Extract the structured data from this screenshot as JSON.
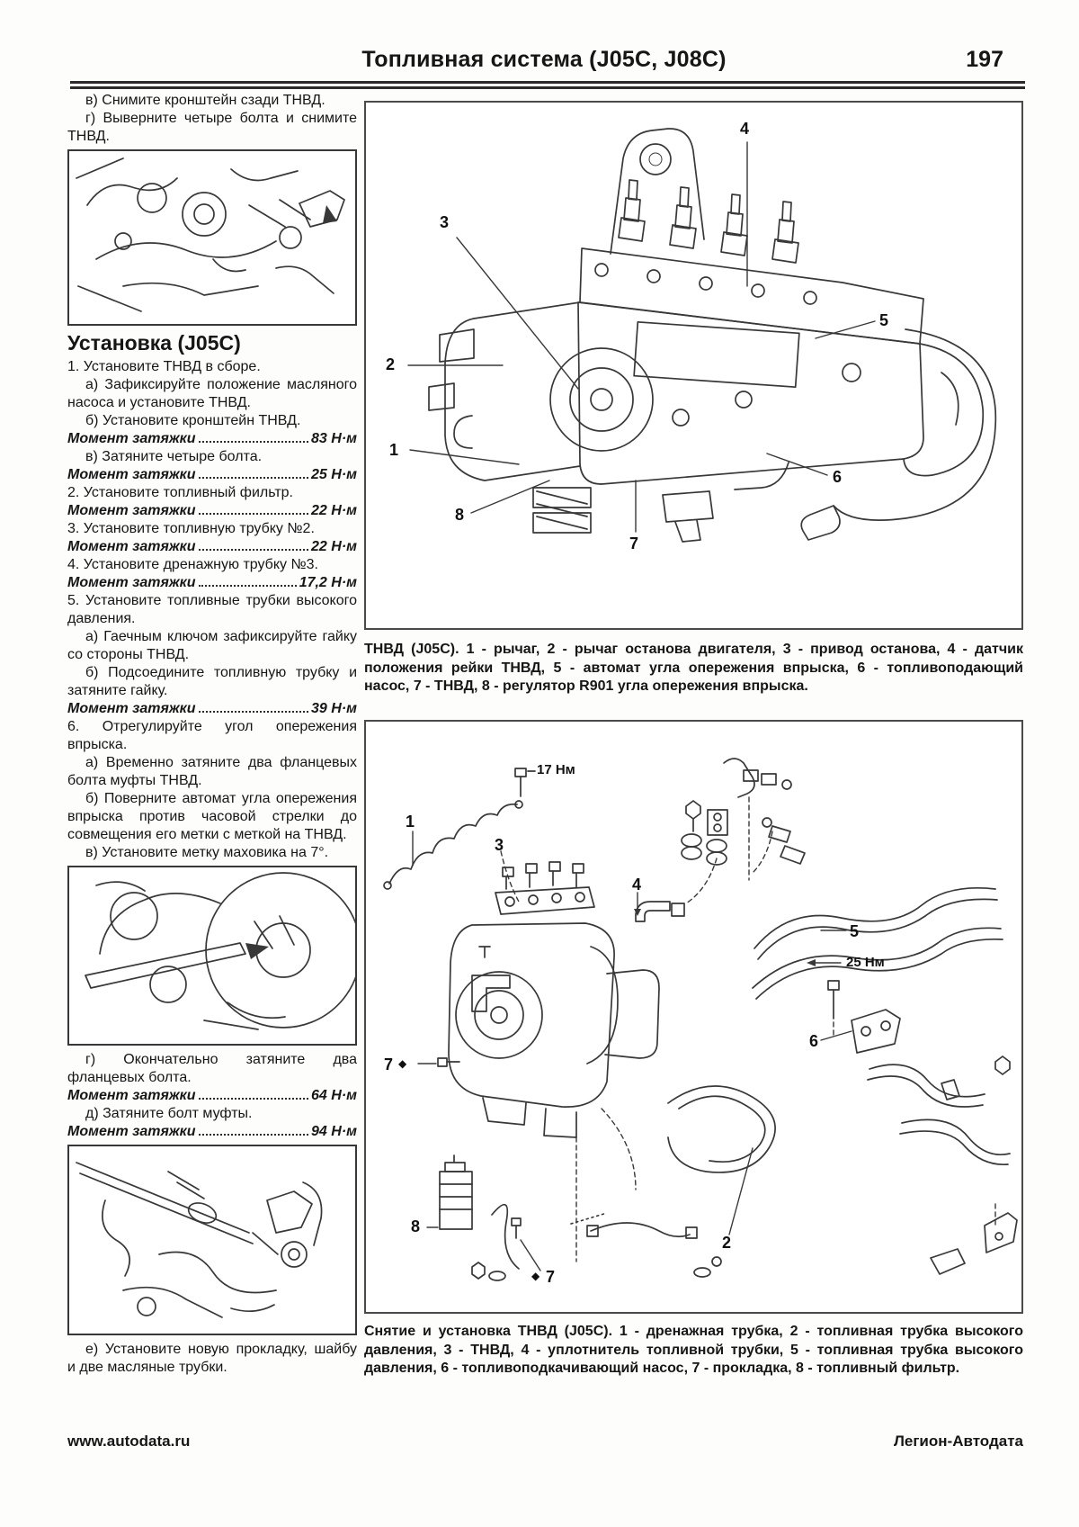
{
  "header": {
    "title": "Топливная система (J05C, J08C)",
    "page_number": "197"
  },
  "left_column": {
    "pre_steps": [
      "в) Снимите кронштейн сзади ТНВД.",
      "г) Выверните четыре болта и снимите ТНВД."
    ],
    "section_title": "Установка (J05C)",
    "steps": [
      {
        "text": "1. Установите ТНВД в сборе."
      },
      {
        "text": "а) Зафиксируйте положение масляного насоса и установите ТНВД."
      },
      {
        "text": "б) Установите кронштейн ТНВД."
      },
      {
        "label": "Момент затяжки",
        "value": "83 Н·м"
      },
      {
        "text": "в) Затяните четыре болта."
      },
      {
        "label": "Момент затяжки",
        "value": "25 Н·м"
      },
      {
        "text": "2. Установите топливный фильтр."
      },
      {
        "label": "Момент затяжки",
        "value": "22 Н·м"
      },
      {
        "text": "3. Установите топливную трубку №2."
      },
      {
        "label": "Момент затяжки",
        "value": "22 Н·м"
      },
      {
        "text": "4. Установите дренажную трубку №3."
      },
      {
        "label": "Момент затяжки",
        "value": "17,2 Н·м"
      },
      {
        "text": "5. Установите топливные трубки высокого давления."
      },
      {
        "text": "а) Гаечным ключом зафиксируйте гайку со стороны ТНВД."
      },
      {
        "text": "б) Подсоедините топливную трубку и затяните гайку."
      },
      {
        "label": "Момент затяжки",
        "value": "39 Н·м"
      },
      {
        "text": "6. Отрегулируйте угол опережения впрыска."
      },
      {
        "text": "а) Временно затяните два фланцевых болта муфты ТНВД."
      },
      {
        "text": "б) Поверните автомат угла опережения впрыска против часовой стрелки до совмещения его метки с меткой на ТНВД."
      },
      {
        "text": "в) Установите метку маховика на 7°."
      }
    ],
    "steps2": [
      {
        "text": "г) Окончательно затяните два фланцевых болта."
      },
      {
        "label": "Момент затяжки",
        "value": "64 Н·м"
      },
      {
        "text": "д) Затяните болт муфты."
      },
      {
        "label": "Момент затяжки",
        "value": "94 Н·м"
      }
    ],
    "steps3": [
      {
        "text": "е) Установите новую прокладку, шайбу и две масляные трубки."
      }
    ]
  },
  "figure1": {
    "caption": "ТНВД (J05C). 1 - рычаг, 2 - рычаг останова двигателя, 3 - привод останова, 4 - датчик положения рейки ТНВД, 5 - автомат угла опережения впрыска, 6 - топливоподающий насос, 7 - ТНВД, 8 - регулятор R901 угла опережения впрыска.",
    "callouts": [
      {
        "n": "3"
      },
      {
        "n": "4"
      },
      {
        "n": "2"
      },
      {
        "n": "1"
      },
      {
        "n": "5"
      },
      {
        "n": "6"
      },
      {
        "n": "7"
      },
      {
        "n": "8"
      }
    ]
  },
  "figure2": {
    "caption": "Снятие и установка ТНВД (J05C). 1 - дренажная трубка, 2 - топливная трубка высокого давления, 3 - ТНВД, 4 - уплотнитель топливной трубки, 5 - топливная трубка высокого давления, 6 - топливоподкачивающий насос, 7 - прокладка, 8 - топливный фильтр.",
    "torques": [
      {
        "t": "17 Нм"
      },
      {
        "t": "25 Нм"
      }
    ],
    "callouts": [
      {
        "n": "1"
      },
      {
        "n": "3"
      },
      {
        "n": "4"
      },
      {
        "n": "5"
      },
      {
        "n": "6"
      },
      {
        "n": "7"
      },
      {
        "n": "8"
      },
      {
        "n": "7"
      },
      {
        "n": "2"
      }
    ],
    "diamond": "◆"
  },
  "footer": {
    "website": "www.autodata.ru",
    "publisher": "Легион-Автодата"
  }
}
